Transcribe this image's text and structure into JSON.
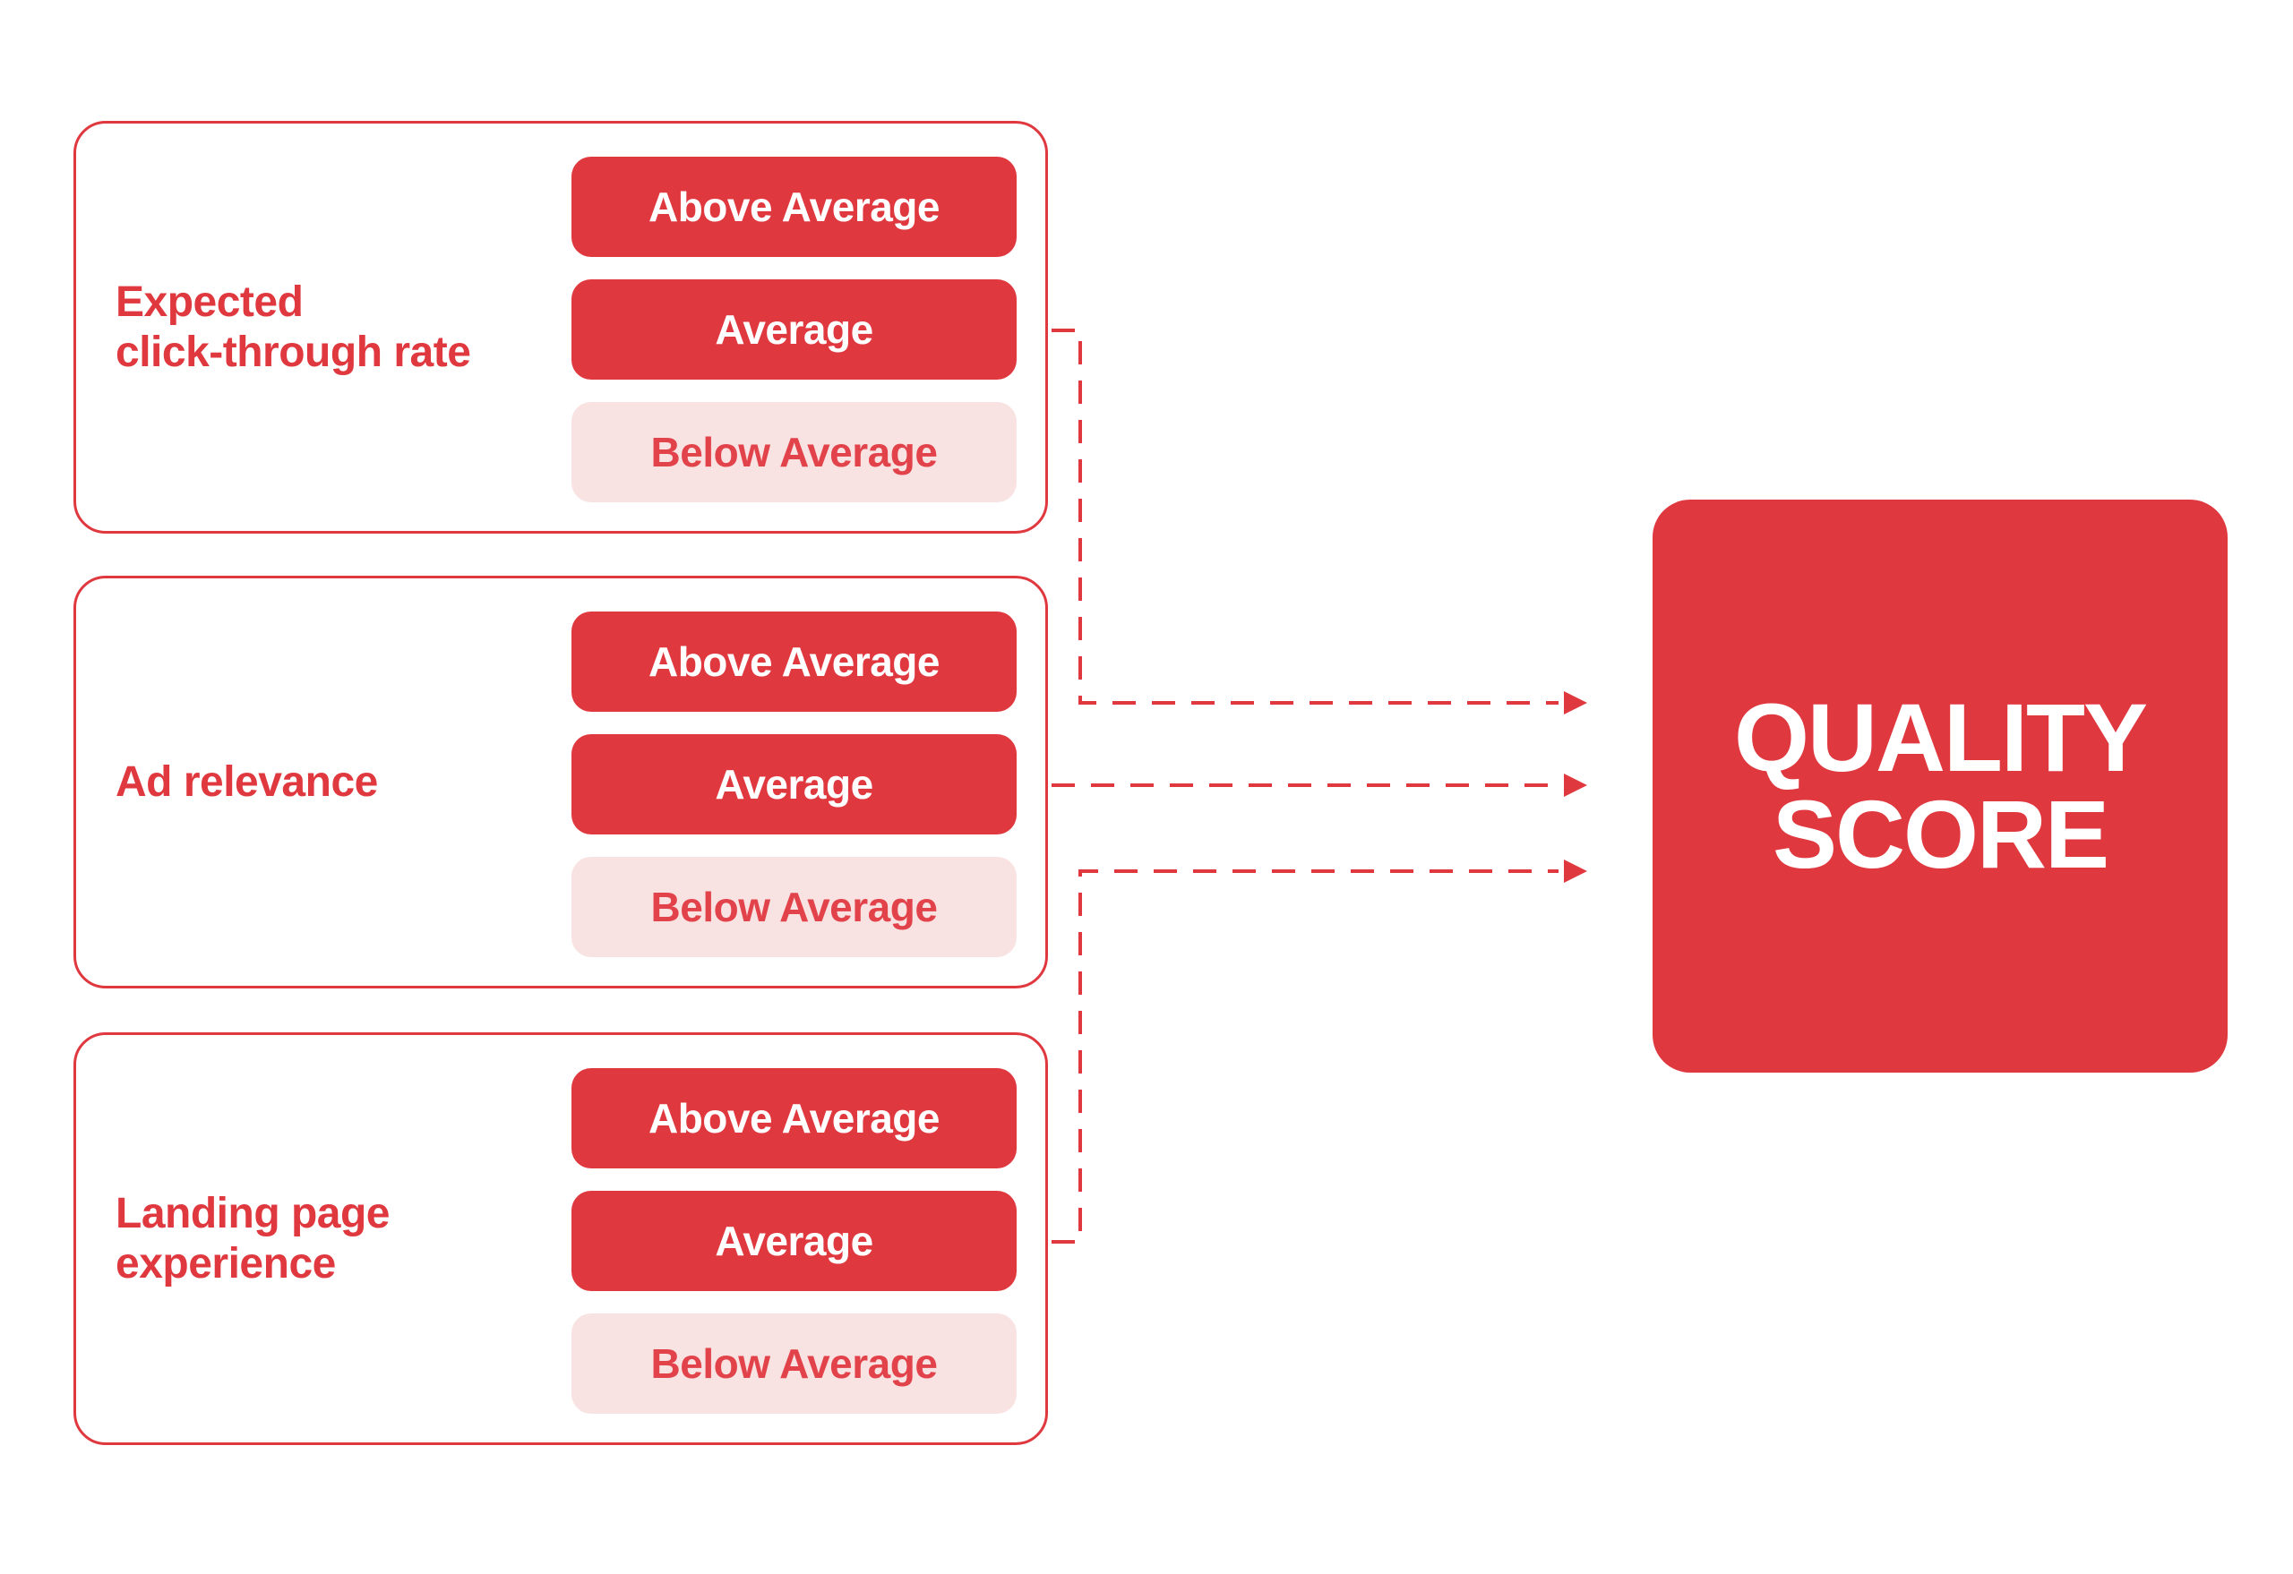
{
  "colors": {
    "red": "#E0383F",
    "soft_red_text": "#E2434B",
    "pale_pink": "#F9E2E2",
    "white": "#FFFFFF"
  },
  "factors": [
    {
      "label": "Expected click-through rate",
      "label_lines": [
        "Expected",
        "click-through rate"
      ],
      "ratings": [
        {
          "label": "Above Average",
          "style": "solid"
        },
        {
          "label": "Average",
          "style": "solid"
        },
        {
          "label": "Below Average",
          "style": "tint"
        }
      ]
    },
    {
      "label": "Ad relevance",
      "label_lines": [
        "Ad relevance"
      ],
      "ratings": [
        {
          "label": "Above Average",
          "style": "solid"
        },
        {
          "label": "Average",
          "style": "solid"
        },
        {
          "label": "Below Average",
          "style": "tint"
        }
      ]
    },
    {
      "label": "Landing page experience",
      "label_lines": [
        "Landing page",
        "experience"
      ],
      "ratings": [
        {
          "label": "Above Average",
          "style": "solid"
        },
        {
          "label": "Average",
          "style": "solid"
        },
        {
          "label": "Below Average",
          "style": "tint"
        }
      ]
    }
  ],
  "result": {
    "label": "QUALITY SCORE",
    "label_lines": [
      "QUALITY",
      "SCORE"
    ]
  },
  "connectors": [
    {
      "from": "Expected click-through rate",
      "to": "QUALITY SCORE"
    },
    {
      "from": "Ad relevance",
      "to": "QUALITY SCORE"
    },
    {
      "from": "Landing page experience",
      "to": "QUALITY SCORE"
    }
  ]
}
